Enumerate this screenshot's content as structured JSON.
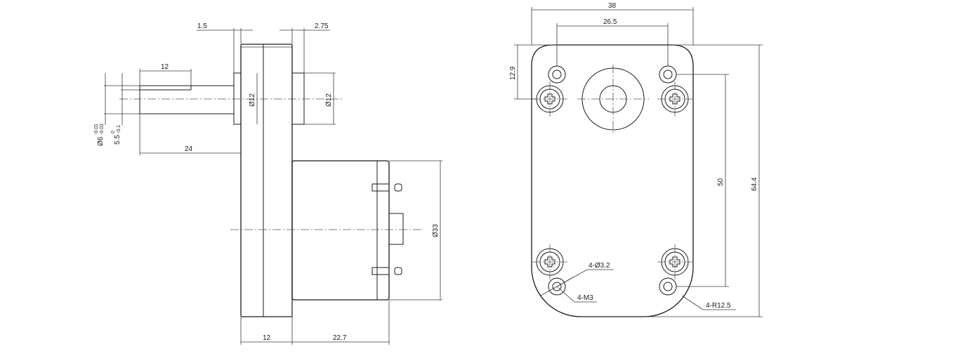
{
  "side_view": {
    "dims": {
      "flange_step_left": "1.5",
      "flange_step_right": "2.75",
      "flat_length": "12",
      "shaft_length": "24",
      "shaft_dia": "Ø6",
      "shaft_dia_tol_upper": "-0.01",
      "shaft_dia_tol_lower": "-0.03",
      "flat_width": "5.5",
      "flat_tol_upper": "0",
      "flat_tol_lower": "-0.1",
      "boss_dia_left": "Ø12",
      "boss_dia_right": "Ø12",
      "motor_dia": "Ø33",
      "gearbox_thickness": "12",
      "motor_length": "22.7"
    }
  },
  "front_view": {
    "dims": {
      "overall_width": "38",
      "hole_spacing_x": "26.5",
      "top_to_hole": "12.9",
      "hole_spacing_y": "50",
      "overall_height": "64.4",
      "hole_callout": "4-Ø3.2",
      "thread_callout": "4-M3",
      "corner_radius": "4-R12.5"
    }
  }
}
